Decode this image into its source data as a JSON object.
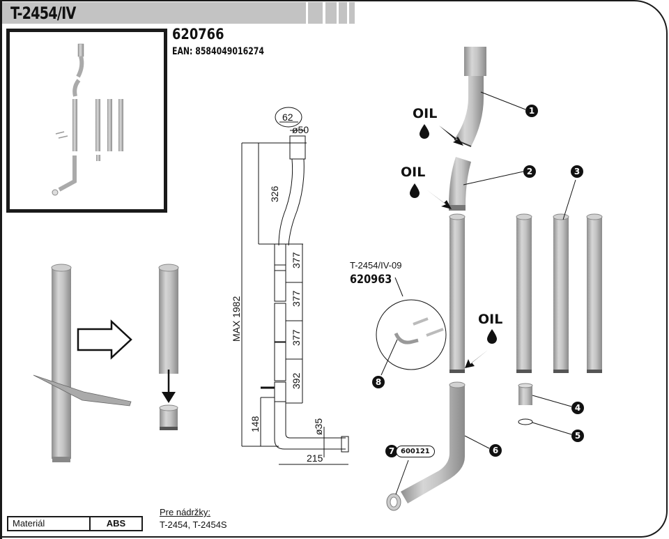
{
  "header": {
    "title": "T-2454/IV"
  },
  "product": {
    "code": "620766",
    "ean": "EAN: 8584049016274"
  },
  "dimensions": {
    "top_width": "62",
    "top_diameter": "ø50",
    "upper_segment": "326",
    "tube_segment_1": "377",
    "tube_segment_2": "377",
    "tube_segment_3": "377",
    "bottom_segment": "392",
    "elbow_height": "148",
    "outlet_diameter": "ø35",
    "outlet_length": "215",
    "total_length": "MAX 1982"
  },
  "oil_labels": [
    "OIL",
    "OIL",
    "OIL"
  ],
  "parts": [
    {
      "number": "1"
    },
    {
      "number": "2"
    },
    {
      "number": "3"
    },
    {
      "number": "4"
    },
    {
      "number": "5"
    },
    {
      "number": "6"
    },
    {
      "number": "7",
      "code": "600121"
    },
    {
      "number": "8"
    }
  ],
  "subassembly": {
    "label": "T-2454/IV-09",
    "code": "620963"
  },
  "material": {
    "label": "Materiál",
    "value": "ABS"
  },
  "compatibility": {
    "title": "Pre nádržky:",
    "value": "T-2454, T-2454S"
  },
  "colors": {
    "header_gray": "#c3c3c3",
    "tube_gray": "#b8b8b8",
    "ink": "#111111"
  }
}
